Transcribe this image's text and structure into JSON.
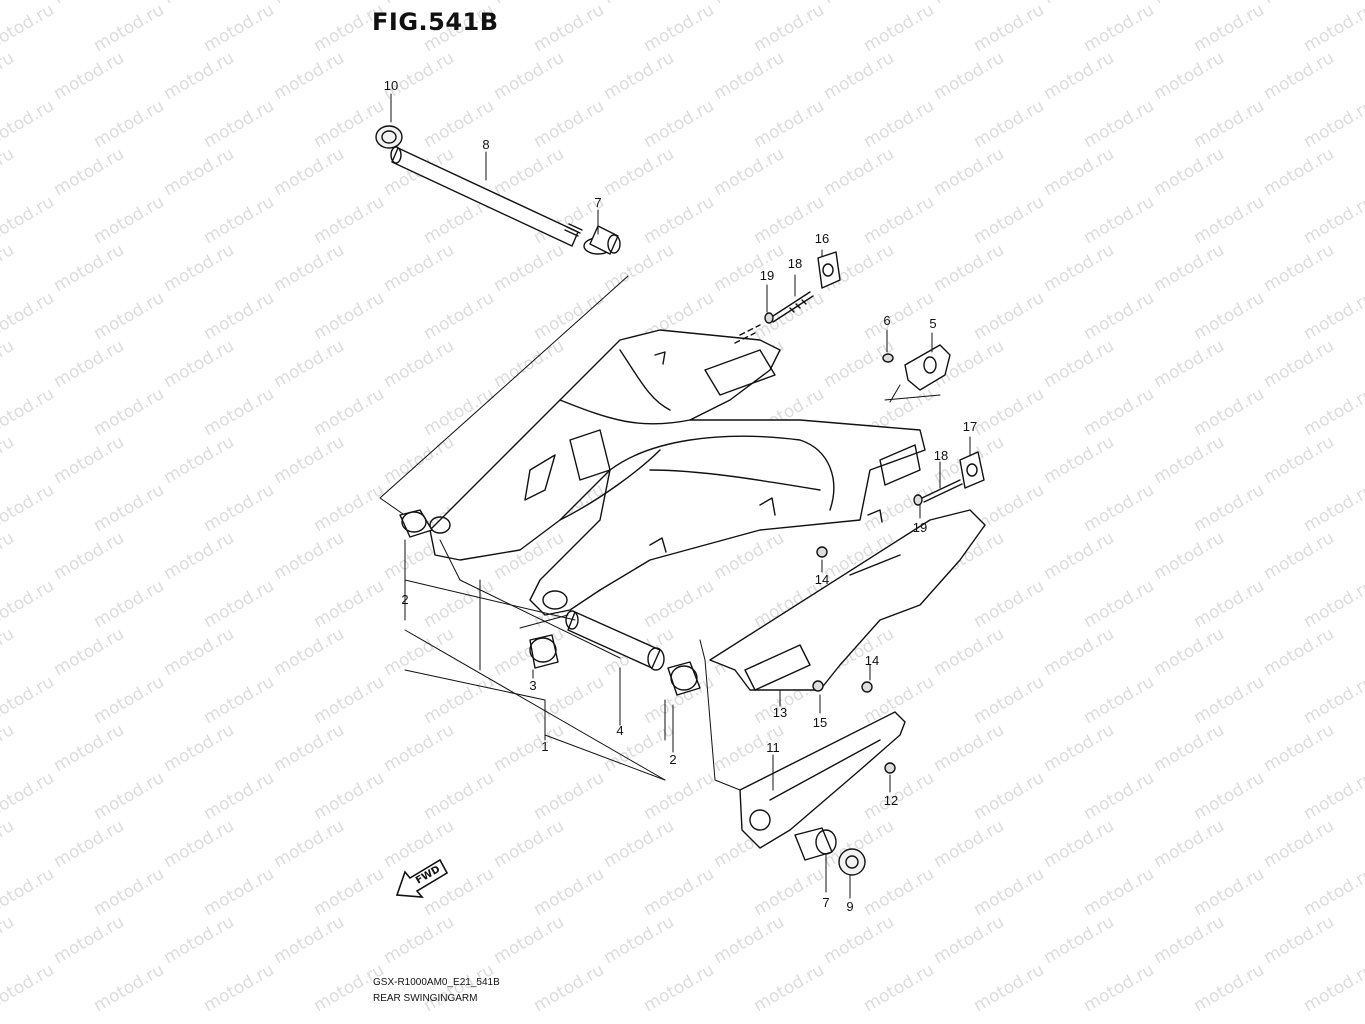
{
  "figure": {
    "title": "FIG.541B",
    "code": "GSX-R1000AM0_E21_541B",
    "name": "REAR SWINGINGARM",
    "watermark_text": "motod.ru",
    "fwd_label": "FWD"
  },
  "callouts": [
    {
      "id": "c10",
      "label": "10"
    },
    {
      "id": "c8",
      "label": "8"
    },
    {
      "id": "c7a",
      "label": "7"
    },
    {
      "id": "c16",
      "label": "16"
    },
    {
      "id": "c18a",
      "label": "18"
    },
    {
      "id": "c19a",
      "label": "19"
    },
    {
      "id": "c6",
      "label": "6"
    },
    {
      "id": "c5",
      "label": "5"
    },
    {
      "id": "c17",
      "label": "17"
    },
    {
      "id": "c18b",
      "label": "18"
    },
    {
      "id": "c19b",
      "label": "19"
    },
    {
      "id": "c14a",
      "label": "14"
    },
    {
      "id": "c2a",
      "label": "2"
    },
    {
      "id": "c3",
      "label": "3"
    },
    {
      "id": "c14b",
      "label": "14"
    },
    {
      "id": "c13",
      "label": "13"
    },
    {
      "id": "c15",
      "label": "15"
    },
    {
      "id": "c1",
      "label": "1"
    },
    {
      "id": "c4",
      "label": "4"
    },
    {
      "id": "c2b",
      "label": "2"
    },
    {
      "id": "c11",
      "label": "11"
    },
    {
      "id": "c12",
      "label": "12"
    },
    {
      "id": "c7b",
      "label": "7"
    },
    {
      "id": "c9",
      "label": "9"
    }
  ]
}
